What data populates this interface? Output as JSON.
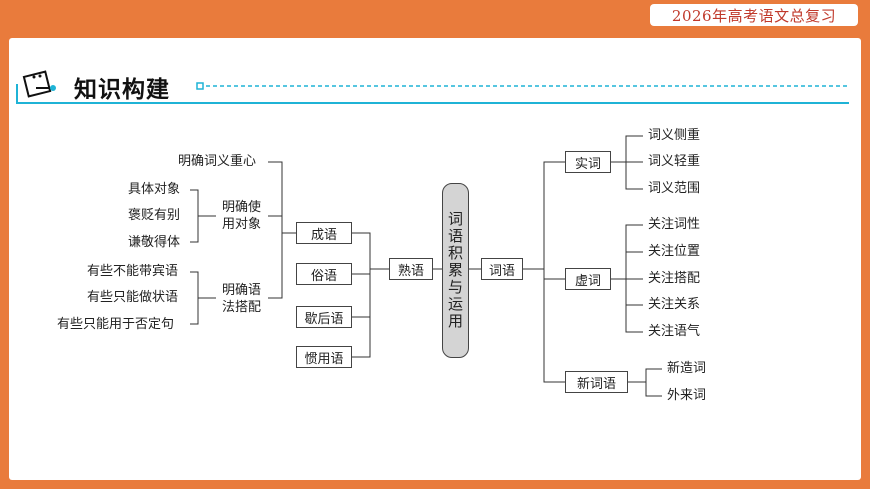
{
  "header": {
    "tag": "2026年高考语文总复习"
  },
  "section": {
    "title": "知识构建"
  },
  "center": {
    "label": "词语积累与运用"
  },
  "left": {
    "idiom": "熟语",
    "items": {
      "chengyu": "成语",
      "suyu": "俗语",
      "xiehouyu": "歇后语",
      "guanyongyu": "惯用语"
    },
    "chengyu_branches": {
      "meaning": "明确词义重心",
      "object_group": {
        "label_line1": "明确使",
        "label_line2": "用对象",
        "items": [
          "具体对象",
          "褒贬有别",
          "谦敬得体"
        ]
      },
      "grammar_group": {
        "label_line1": "明确语",
        "label_line2": "法搭配",
        "items": [
          "有些不能带宾语",
          "有些只能做状语",
          "有些只能用于否定句"
        ]
      }
    }
  },
  "right": {
    "root": "词语",
    "shici": {
      "label": "实词",
      "items": [
        "词义侧重",
        "词义轻重",
        "词义范围"
      ]
    },
    "xuci": {
      "label": "虚词",
      "items": [
        "关注词性",
        "关注位置",
        "关注搭配",
        "关注关系",
        "关注语气"
      ]
    },
    "xinciyu": {
      "label": "新词语",
      "items": [
        "新造词",
        "外来词"
      ]
    }
  },
  "colors": {
    "border": "#e97b3c",
    "accent": "#1fb3d6",
    "tag_text": "#c0392b",
    "pill": "#d4d4d4"
  }
}
